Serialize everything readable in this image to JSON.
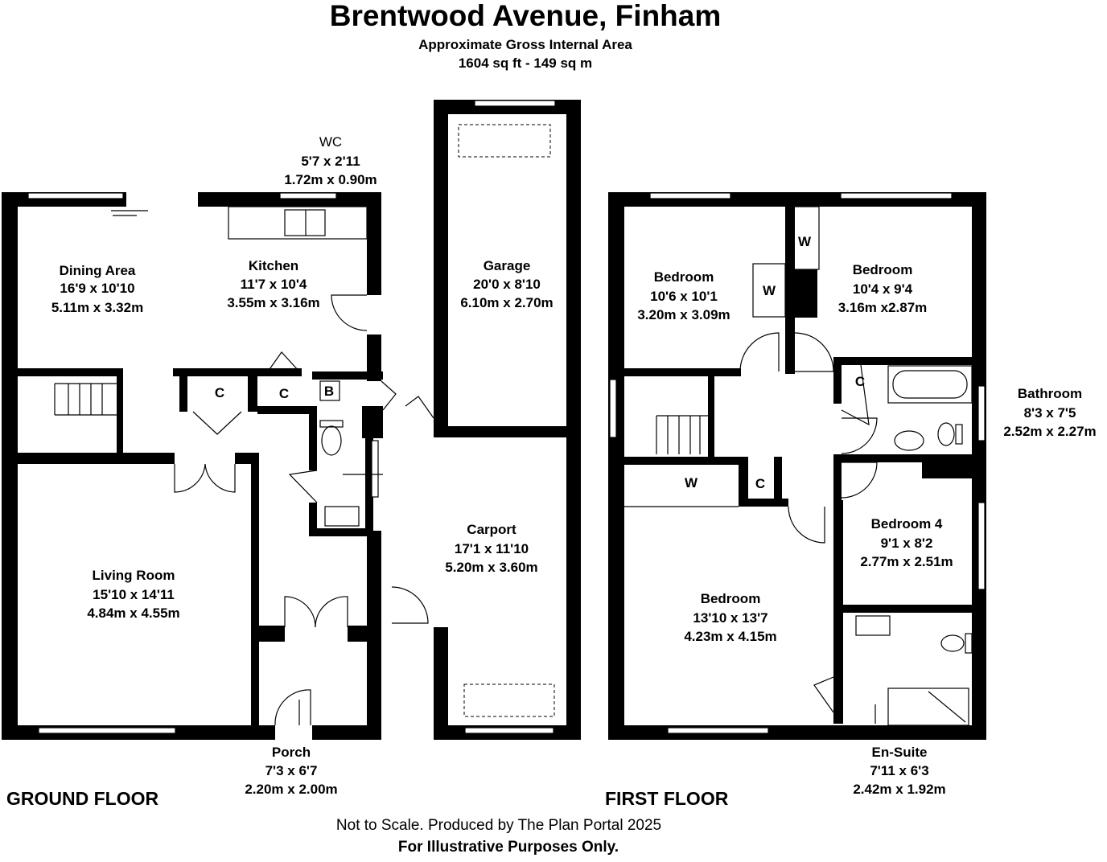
{
  "header": {
    "title": "Brentwood Avenue, Finham",
    "subtitle": "Approximate Gross Internal Area",
    "area": "1604 sq ft - 149 sq m"
  },
  "floors": {
    "ground": "GROUND FLOOR",
    "first": "FIRST FLOOR"
  },
  "rooms": {
    "dining": {
      "name": "Dining Area",
      "imperial": "16'9 x 10'10",
      "metric": "5.11m x 3.32m"
    },
    "kitchen": {
      "name": "Kitchen",
      "imperial": "11'7 x 10'4",
      "metric": "3.55m x 3.16m"
    },
    "wc": {
      "name": "WC",
      "imperial": "5'7 x 2'11",
      "metric": "1.72m x 0.90m"
    },
    "garage": {
      "name": "Garage",
      "imperial": "20'0 x 8'10",
      "metric": "6.10m x 2.70m"
    },
    "living": {
      "name": "Living Room",
      "imperial": "15'10 x 14'11",
      "metric": "4.84m x 4.55m"
    },
    "carport": {
      "name": "Carport",
      "imperial": "17'1 x 11'10",
      "metric": "5.20m x 3.60m"
    },
    "porch": {
      "name": "Porch",
      "imperial": "7'3 x 6'7",
      "metric": "2.20m x 2.00m"
    },
    "bed_left": {
      "name": "Bedroom",
      "imperial": "10'6 x 10'1",
      "metric": "3.20m x 3.09m"
    },
    "bed_right": {
      "name": "Bedroom",
      "imperial": "10'4 x 9'4",
      "metric": "3.16m x2.87m"
    },
    "bathroom": {
      "name": "Bathroom",
      "imperial": "8'3 x 7'5",
      "metric": "2.52m x 2.27m"
    },
    "bed4": {
      "name": "Bedroom 4",
      "imperial": "9'1 x 8'2",
      "metric": "2.77m x 2.51m"
    },
    "bed_main": {
      "name": "Bedroom",
      "imperial": "13'10 x 13'7",
      "metric": "4.23m x 4.15m"
    },
    "ensuite": {
      "name": "En-Suite",
      "imperial": "7'11 x 6'3",
      "metric": "2.42m x 1.92m"
    }
  },
  "markers": {
    "cupboard": "C",
    "boiler": "B",
    "wardrobe": "W"
  },
  "footer": {
    "note": "Not to Scale. Produced by The Plan Portal 2025",
    "disclaimer": "For Illustrative Purposes Only."
  }
}
